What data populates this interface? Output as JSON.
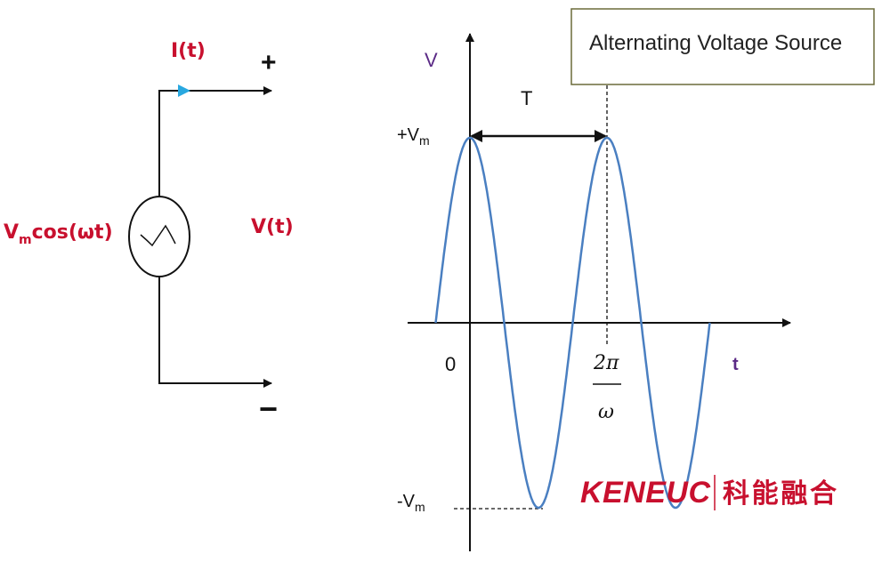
{
  "circuit": {
    "current_label": "I(t)",
    "plus_label": "+",
    "minus_label": "−",
    "source_label_main": "V",
    "source_label_sub": "m",
    "source_label_rest": "cos(ωt)",
    "voltage_label": "V(t)"
  },
  "graph": {
    "y_axis_label": "V",
    "x_axis_label": "t",
    "period_label": "T",
    "peak_label_main": "+V",
    "peak_label_sub": "m",
    "trough_label_main": "-V",
    "trough_label_sub": "m",
    "origin_label": "0",
    "period_tick_numerator": "2π",
    "period_tick_denominator": "ω",
    "title_box": "Alternating Voltage Source",
    "wave_color": "#4a7fc1",
    "cycles": 2
  },
  "watermark": {
    "brand": "KENEUC",
    "chinese": "科能融合",
    "color": "#c8102e"
  }
}
